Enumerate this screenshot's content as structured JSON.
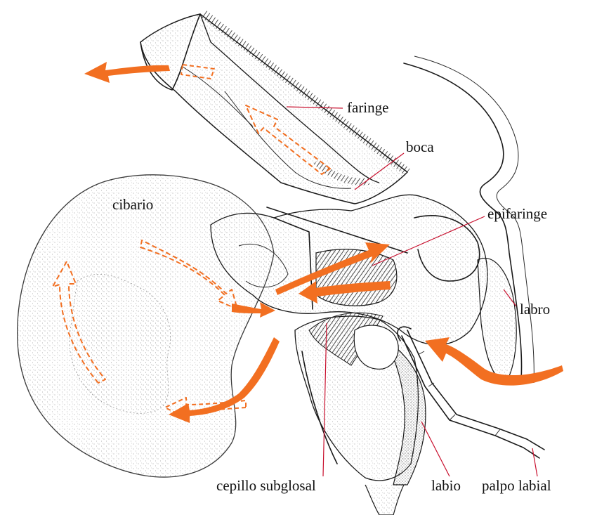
{
  "labels": {
    "faringe": "faringe",
    "boca": "boca",
    "cibario": "cibario",
    "epifaringe": "epifaringe",
    "labro": "labro",
    "cepillo_subglosal": "cepillo subglosal",
    "labio": "labio",
    "palpo_labial": "palpo labial"
  },
  "colors": {
    "flow_arrow": "#f26f21",
    "leader_line": "#c8102e",
    "ink": "#1a1a1a",
    "stipple": "#7a7a7a"
  }
}
